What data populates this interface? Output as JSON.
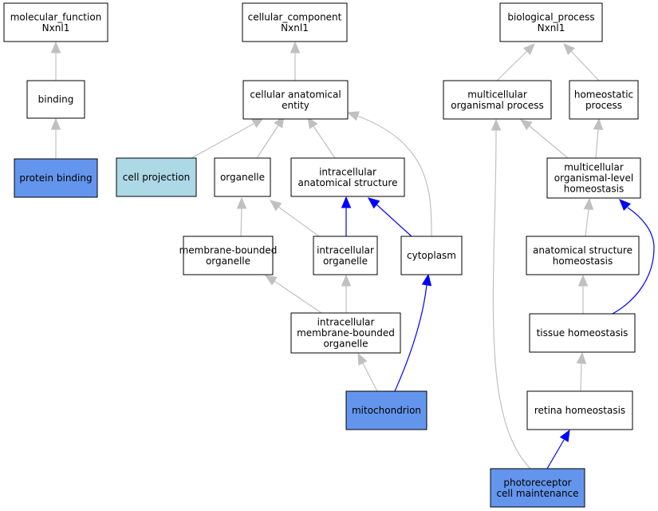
{
  "colors": {
    "default_fill": "#ffffff",
    "highlight_fill": "#6495ed",
    "secondary_fill": "#add8e6",
    "edge_gray": "#c0c0c0",
    "edge_blue": "#0000ff"
  },
  "nodes": [
    {
      "id": "molecular_function",
      "lines": [
        "molecular_function",
        "Nxnl1"
      ],
      "fill": "default"
    },
    {
      "id": "binding",
      "lines": [
        "binding"
      ],
      "fill": "default"
    },
    {
      "id": "protein_binding",
      "lines": [
        "protein binding"
      ],
      "fill": "highlight"
    },
    {
      "id": "cellular_component",
      "lines": [
        "cellular_component",
        "Nxnl1"
      ],
      "fill": "default"
    },
    {
      "id": "cellular_anatomical_entity",
      "lines": [
        "cellular anatomical",
        "entity"
      ],
      "fill": "default"
    },
    {
      "id": "cell_projection",
      "lines": [
        "cell projection"
      ],
      "fill": "secondary"
    },
    {
      "id": "organelle",
      "lines": [
        "organelle"
      ],
      "fill": "default"
    },
    {
      "id": "intracellular_anatomical_structure",
      "lines": [
        "intracellular",
        "anatomical structure"
      ],
      "fill": "default"
    },
    {
      "id": "membrane_bounded_organelle",
      "lines": [
        "membrane-bounded",
        "organelle"
      ],
      "fill": "default"
    },
    {
      "id": "intracellular_organelle",
      "lines": [
        "intracellular",
        "organelle"
      ],
      "fill": "default"
    },
    {
      "id": "cytoplasm",
      "lines": [
        "cytoplasm"
      ],
      "fill": "default"
    },
    {
      "id": "intracellular_membrane_bounded_organelle",
      "lines": [
        "intracellular",
        "membrane-bounded",
        "organelle"
      ],
      "fill": "default"
    },
    {
      "id": "mitochondrion",
      "lines": [
        "mitochondrion"
      ],
      "fill": "highlight"
    },
    {
      "id": "biological_process",
      "lines": [
        "biological_process",
        "Nxnl1"
      ],
      "fill": "default"
    },
    {
      "id": "multicellular_organismal_process",
      "lines": [
        "multicellular",
        "organismal process"
      ],
      "fill": "default"
    },
    {
      "id": "homeostatic_process",
      "lines": [
        "homeostatic",
        "process"
      ],
      "fill": "default"
    },
    {
      "id": "multicellular_organismal_level_homeostasis",
      "lines": [
        "multicellular",
        "organismal-level",
        "homeostasis"
      ],
      "fill": "default"
    },
    {
      "id": "anatomical_structure_homeostasis",
      "lines": [
        "anatomical structure",
        "homeostasis"
      ],
      "fill": "default"
    },
    {
      "id": "tissue_homeostasis",
      "lines": [
        "tissue homeostasis"
      ],
      "fill": "default"
    },
    {
      "id": "retina_homeostasis",
      "lines": [
        "retina homeostasis"
      ],
      "fill": "default"
    },
    {
      "id": "photoreceptor_cell_maintenance",
      "lines": [
        "photoreceptor",
        "cell maintenance"
      ],
      "fill": "highlight"
    }
  ],
  "edges": [
    {
      "from": "binding",
      "to": "molecular_function",
      "color": "gray"
    },
    {
      "from": "protein_binding",
      "to": "binding",
      "color": "gray"
    },
    {
      "from": "cellular_anatomical_entity",
      "to": "cellular_component",
      "color": "gray"
    },
    {
      "from": "cell_projection",
      "to": "cellular_anatomical_entity",
      "color": "gray"
    },
    {
      "from": "organelle",
      "to": "cellular_anatomical_entity",
      "color": "gray"
    },
    {
      "from": "intracellular_anatomical_structure",
      "to": "cellular_anatomical_entity",
      "color": "gray"
    },
    {
      "from": "cytoplasm",
      "to": "cellular_anatomical_entity",
      "color": "gray"
    },
    {
      "from": "membrane_bounded_organelle",
      "to": "organelle",
      "color": "gray"
    },
    {
      "from": "intracellular_organelle",
      "to": "organelle",
      "color": "gray"
    },
    {
      "from": "intracellular_organelle",
      "to": "intracellular_anatomical_structure",
      "color": "blue"
    },
    {
      "from": "cytoplasm",
      "to": "intracellular_anatomical_structure",
      "color": "blue"
    },
    {
      "from": "intracellular_membrane_bounded_organelle",
      "to": "membrane_bounded_organelle",
      "color": "gray"
    },
    {
      "from": "intracellular_membrane_bounded_organelle",
      "to": "intracellular_organelle",
      "color": "gray"
    },
    {
      "from": "mitochondrion",
      "to": "intracellular_membrane_bounded_organelle",
      "color": "gray"
    },
    {
      "from": "mitochondrion",
      "to": "cytoplasm",
      "color": "blue"
    },
    {
      "from": "multicellular_organismal_process",
      "to": "biological_process",
      "color": "gray"
    },
    {
      "from": "homeostatic_process",
      "to": "biological_process",
      "color": "gray"
    },
    {
      "from": "multicellular_organismal_level_homeostasis",
      "to": "multicellular_organismal_process",
      "color": "gray"
    },
    {
      "from": "multicellular_organismal_level_homeostasis",
      "to": "homeostatic_process",
      "color": "gray"
    },
    {
      "from": "anatomical_structure_homeostasis",
      "to": "multicellular_organismal_level_homeostasis",
      "color": "gray"
    },
    {
      "from": "tissue_homeostasis",
      "to": "anatomical_structure_homeostasis",
      "color": "gray"
    },
    {
      "from": "tissue_homeostasis",
      "to": "multicellular_organismal_level_homeostasis",
      "color": "blue"
    },
    {
      "from": "retina_homeostasis",
      "to": "tissue_homeostasis",
      "color": "gray"
    },
    {
      "from": "photoreceptor_cell_maintenance",
      "to": "retina_homeostasis",
      "color": "blue"
    },
    {
      "from": "photoreceptor_cell_maintenance",
      "to": "multicellular_organismal_process",
      "color": "gray"
    }
  ]
}
